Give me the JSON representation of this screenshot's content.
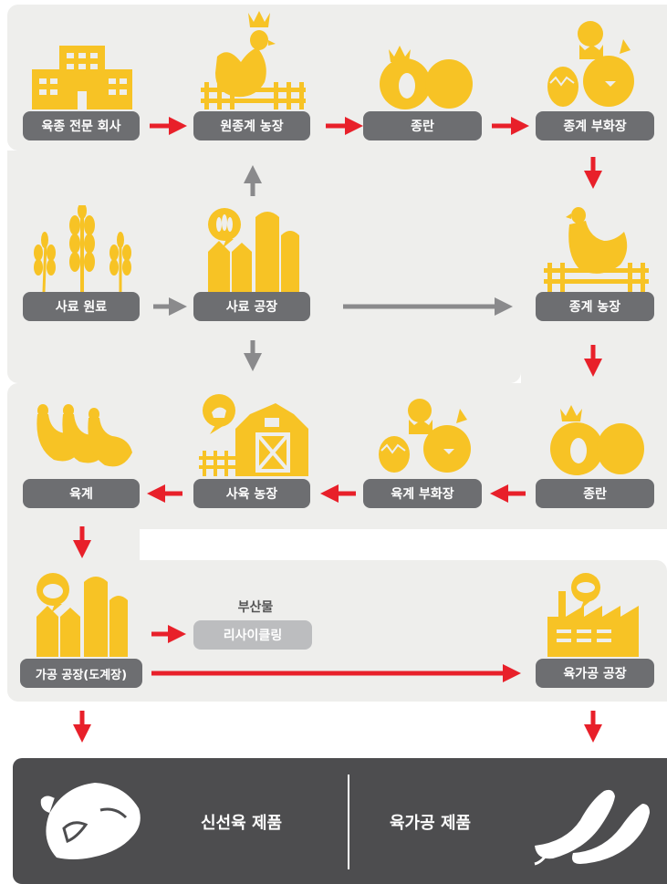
{
  "colors": {
    "panel": "#eeeeec",
    "label_bg": "#6d6e71",
    "label_light": "#bcbdbf",
    "icon_yellow": "#f7c325",
    "arrow_red": "#e8202a",
    "arrow_gray": "#8a8a8c",
    "bottom_bar": "#4d4d4f"
  },
  "nodes": {
    "breeding_company": "육종 전문 회사",
    "gp_farm": "원종계 농장",
    "hatching_egg_1": "종란",
    "breeder_hatchery": "종계 부화장",
    "feed_material": "사료 원료",
    "feed_mill": "사료 공장",
    "breeder_farm": "종계 농장",
    "broiler": "육계",
    "broiler_farm": "사육 농장",
    "broiler_hatchery": "육계 부화장",
    "hatching_egg_2": "종란",
    "processing_plant": "가공 공장(도계장)",
    "recycling": "리사이클링",
    "meat_processing_plant": "육가공 공장"
  },
  "byproduct_label": "부산물",
  "products": {
    "fresh": "신선육 제품",
    "processed": "육가공 제품"
  },
  "icons": {
    "breeding_company": "building-icon",
    "gp_farm": "hen-crown-icon",
    "hatching_egg_1": "egg-crown-icon",
    "breeder_hatchery": "chicks-hatching-icon",
    "feed_material": "wheat-icon",
    "feed_mill": "silo-icon",
    "breeder_farm": "hen-icon",
    "broiler": "broilers-icon",
    "broiler_farm": "barn-icon",
    "broiler_hatchery": "chicks-icon",
    "hatching_egg_2": "egg-crown-icon",
    "processing_plant": "silo-chicken-icon",
    "meat_processing_plant": "factory-icon",
    "fresh": "whole-chicken-icon",
    "processed": "sausage-icon"
  }
}
